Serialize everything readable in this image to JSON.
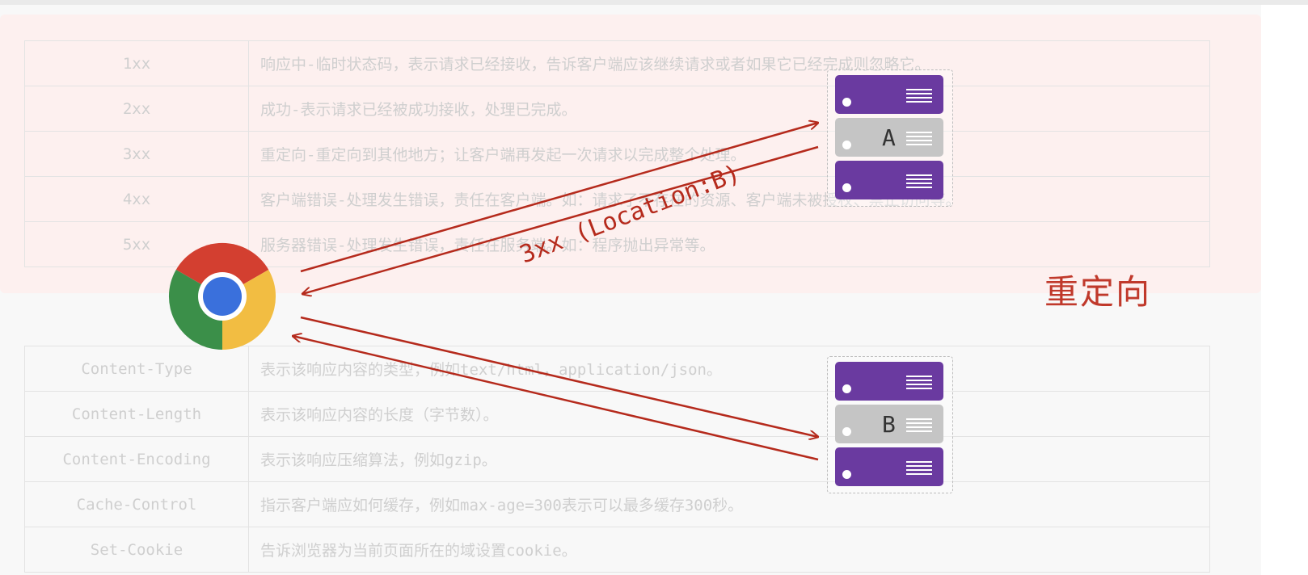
{
  "status_codes": [
    {
      "code": "1xx",
      "desc": "响应中-临时状态码，表示请求已经接收，告诉客户端应该继续请求或者如果它已经完成则忽略它。"
    },
    {
      "code": "2xx",
      "desc": "成功-表示请求已经被成功接收，处理已完成。"
    },
    {
      "code": "3xx",
      "desc": "重定向-重定向到其他地方；让客户端再发起一次请求以完成整个处理。"
    },
    {
      "code": "4xx",
      "desc": "客户端错误-处理发生错误，责任在客户端。如：请求了不存在的资源、客户端未被授权、禁止访问等。"
    },
    {
      "code": "5xx",
      "desc": "服务器错误-处理发生错误，责任在服务端。如：程序抛出异常等。"
    }
  ],
  "response_headers": [
    {
      "name": "Content-Type",
      "desc": "表示该响应内容的类型，例如text/html，application/json。"
    },
    {
      "name": "Content-Length",
      "desc": "表示该响应内容的长度（字节数）。"
    },
    {
      "name": "Content-Encoding",
      "desc": "表示该响应压缩算法，例如gzip。"
    },
    {
      "name": "Cache-Control",
      "desc": "指示客户端应如何缓存，例如max-age=300表示可以最多缓存300秒。"
    },
    {
      "name": "Set-Cookie",
      "desc": "告诉浏览器为当前页面所在的域设置cookie。"
    }
  ],
  "diagram": {
    "title": "重定向",
    "redirect_label": "3xx (Location:B)",
    "server_a_label": "A",
    "server_b_label": "B",
    "browser_icon": "chrome-icon",
    "server_icon": "server-rack-icon"
  },
  "colors": {
    "arrow": "#b52a1c",
    "server_purple": "#6a3aa0",
    "server_gray": "#c5c5c5",
    "title": "#c0392b",
    "panel_pink": "#fdf0ef"
  }
}
